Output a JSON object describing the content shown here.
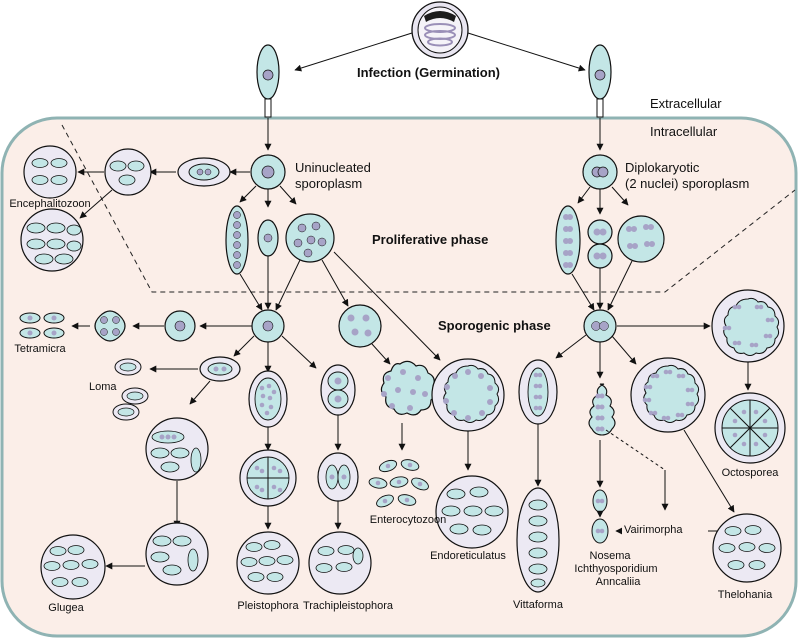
{
  "labels": {
    "infection": "Infection (Germination)",
    "extracellular": "Extracellular",
    "intracellular": "Intracellular",
    "uninucleated_1": "Uninucleated",
    "uninucleated_2": "sporoplasm",
    "diplokaryotic_1": "Diplokaryotic",
    "diplokaryotic_2": "(2 nuclei) sporoplasm",
    "proliferative": "Proliferative phase",
    "sporogenic": "Sporogenic phase",
    "vairimorpha": "Vairimorpha"
  },
  "genera": {
    "encephalitozoon": "Encephalitozoon",
    "tetramicra": "Tetramicra",
    "loma": "Loma",
    "glugea": "Glugea",
    "pleistophora": "Pleistophora",
    "trachipleistophora": "Trachipleistophora",
    "enterocytozoon": "Enterocytozoon",
    "endoreticulatus": "Endoreticulatus",
    "vittaforma": "Vittaforma",
    "nosema": "Nosema",
    "ichthyosporidium": "Ichthyosporidium",
    "anncaliia": "Anncaliia",
    "thelohania": "Thelohania",
    "octosporea": "Octosporea"
  },
  "colors": {
    "host_cell_fill": "#fbeee8",
    "host_cell_border": "#8fb3b3",
    "cell_fill": "#c3e6e6",
    "nucleus_fill": "#a7a3c7",
    "envelope_fill": "#ece9f3"
  }
}
